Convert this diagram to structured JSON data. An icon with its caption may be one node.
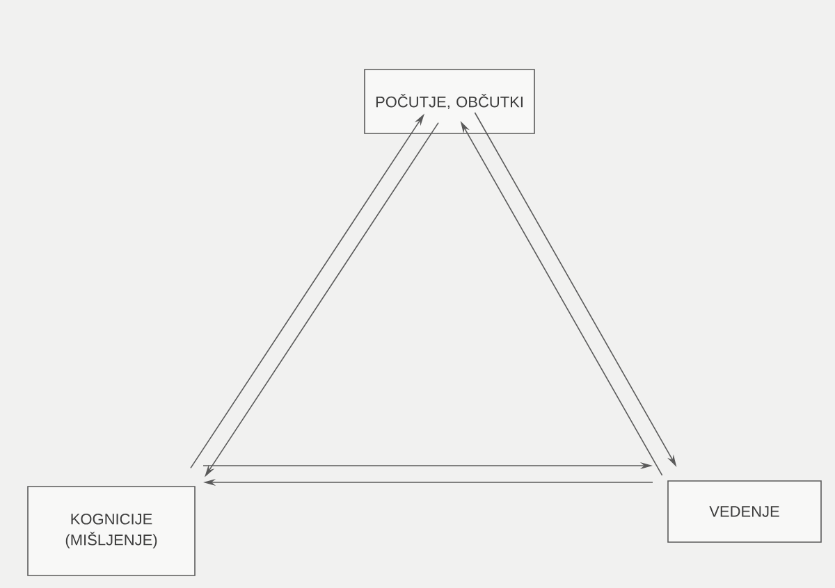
{
  "diagram": {
    "nodes": [
      {
        "text": [
          "POČUTJE, OBČUTKI"
        ]
      },
      {
        "text": [
          "KOGNICIJE (MIŠLJENJE)"
        ]
      },
      {
        "text": [
          "VEDENJE"
        ]
      }
    ],
    "edges": [
      {
        "from": 1,
        "to": 0,
        "arrow": "to"
      },
      {
        "from": 0,
        "to": 1,
        "arrow": "to"
      },
      {
        "from": 2,
        "to": 0,
        "arrow": "to"
      },
      {
        "from": 0,
        "to": 2,
        "arrow": "to"
      },
      {
        "from": 1,
        "to": 2,
        "arrow": "to"
      },
      {
        "from": 2,
        "to": 1,
        "arrow": "to"
      }
    ]
  }
}
